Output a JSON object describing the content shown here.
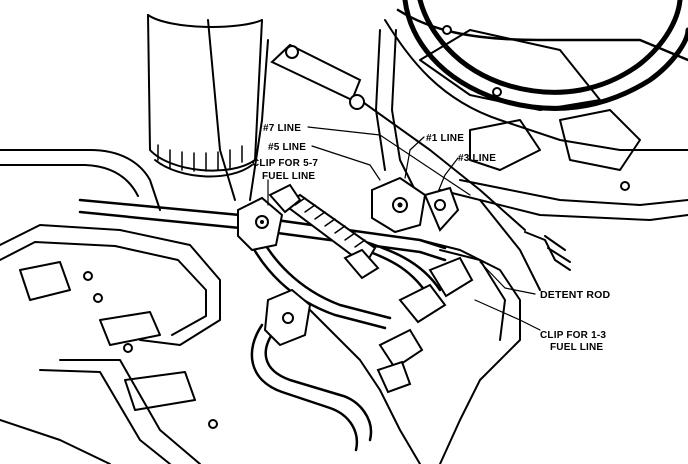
{
  "diagram": {
    "labels": {
      "line7": "#7 LINE",
      "line5": "#5 LINE",
      "clip57_line1": "CLIP FOR 5-7",
      "clip57_line2": "FUEL LINE",
      "line1": "#1 LINE",
      "line3": "#3 LINE",
      "detent_rod": "DETENT ROD",
      "clip13_line1": "CLIP FOR 1-3",
      "clip13_line2": "FUEL LINE"
    },
    "colors": {
      "ink": "#000000",
      "paper": "#ffffff"
    }
  }
}
